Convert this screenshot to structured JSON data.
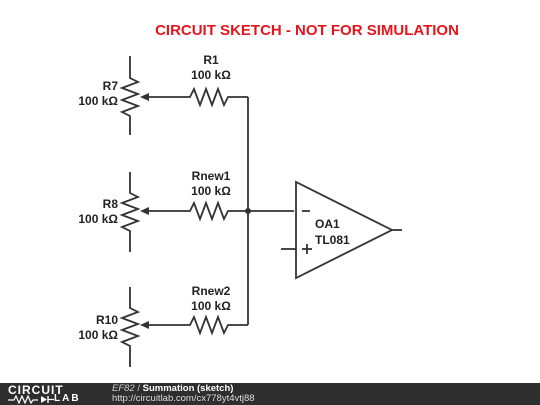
{
  "title": "CIRCUIT SKETCH - NOT FOR SIMULATION",
  "components": {
    "r1": {
      "name": "R1",
      "value": "100 kΩ"
    },
    "r7": {
      "name": "R7",
      "value": "100 kΩ"
    },
    "rnew1": {
      "name": "Rnew1",
      "value": "100 kΩ"
    },
    "r8": {
      "name": "R8",
      "value": "100 kΩ"
    },
    "rnew2": {
      "name": "Rnew2",
      "value": "100 kΩ"
    },
    "r10": {
      "name": "R10",
      "value": "100 kΩ"
    },
    "oa1": {
      "name": "OA1",
      "model": "TL081"
    }
  },
  "footer": {
    "logo_top": "CIRCUIT",
    "logo_bottom": "LAB",
    "circuit_id": "EF82",
    "separator": " / ",
    "circuit_name": "Summation (sketch)",
    "url": "http://circuitlab.com/cx778yt4vtj88"
  },
  "colors": {
    "title": "#e8141b",
    "wire": "#333333",
    "footer_bg": "#2e2e2e"
  }
}
